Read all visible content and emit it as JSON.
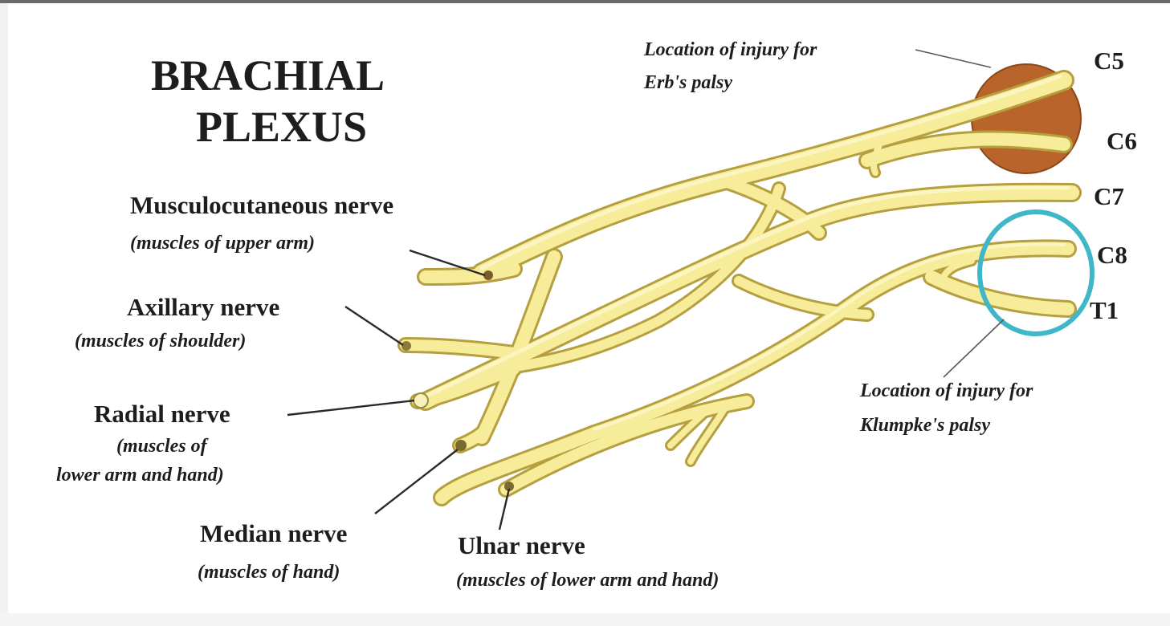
{
  "title": {
    "line1": "BRACHIAL",
    "line2": "PLEXUS"
  },
  "roots": {
    "c5": "C5",
    "c6": "C6",
    "c7": "C7",
    "c8": "C8",
    "t1": "T1"
  },
  "injuries": {
    "erb": {
      "line1": "Location of injury for",
      "line2": "Erb's palsy"
    },
    "klumpke": {
      "line1": "Location of injury for",
      "line2": "Klumpke's palsy"
    }
  },
  "nerves": {
    "musculocutaneous": {
      "name": "Musculocutaneous nerve",
      "desc": "(muscles of upper arm)"
    },
    "axillary": {
      "name": "Axillary nerve",
      "desc": "(muscles of shoulder)"
    },
    "radial": {
      "name": "Radial nerve",
      "desc1": "(muscles of",
      "desc2": "lower arm and hand)"
    },
    "median": {
      "name": "Median nerve",
      "desc": "(muscles of hand)"
    },
    "ulnar": {
      "name": "Ulnar nerve",
      "desc": "(muscles of lower arm and hand)"
    }
  },
  "colors": {
    "nerve": "#f6ec9a",
    "nerve_outline": "#b59f3e",
    "erb_region": "#b8642a",
    "klumpke_ring": "#3fb7c9",
    "text": "#1d1d1d"
  }
}
